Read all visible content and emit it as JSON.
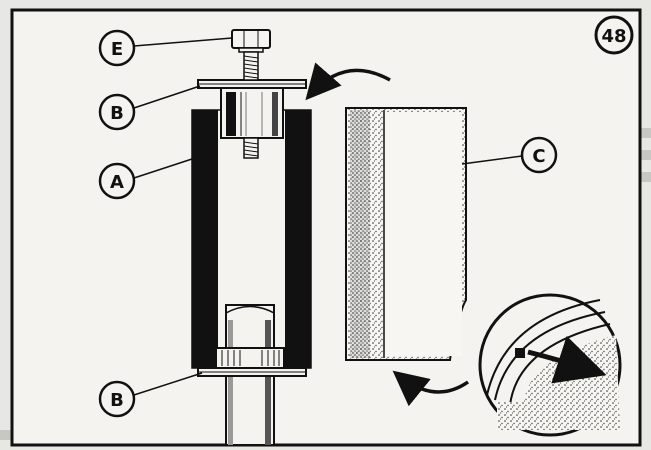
{
  "figure": {
    "number": "48"
  },
  "callouts": {
    "e": "E",
    "b_top": "B",
    "a": "A",
    "c": "C",
    "b_bottom": "B"
  },
  "colors": {
    "ink": "#111111",
    "paper": "#f4f3ef",
    "background_print": "#c9c9c4"
  }
}
